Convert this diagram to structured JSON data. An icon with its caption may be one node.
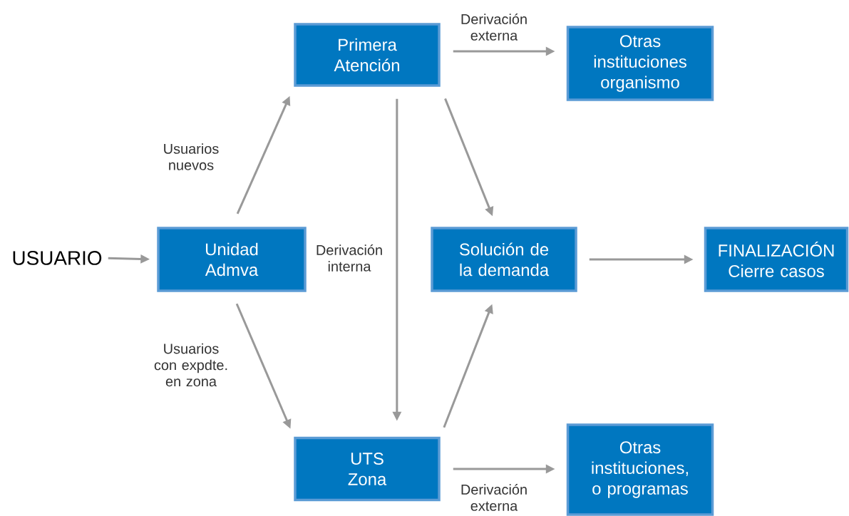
{
  "diagram": {
    "nodes": [
      {
        "text": [
          "USUARIO"
        ]
      },
      {
        "text": [
          "Unidad Admva"
        ]
      },
      {
        "text": [
          "Primera Atención"
        ]
      },
      {
        "text": [
          "Otras instituciones organismo"
        ]
      },
      {
        "text": [
          "Solución de la demanda"
        ]
      },
      {
        "text": [
          "FINALIZACIÓN Cierre casos"
        ]
      },
      {
        "text": [
          "UTS Zona"
        ]
      },
      {
        "text": [
          "Otras instituciones, o programas"
        ]
      }
    ],
    "edges": [
      {
        "from": 0,
        "to": 1,
        "arrow": "to"
      },
      {
        "from": 1,
        "to": 2,
        "arrow": "to",
        "label": "Usuarios nuevos"
      },
      {
        "from": 1,
        "to": 6,
        "arrow": "to",
        "label": "Usuarios con expdte. en zona"
      },
      {
        "from": 2,
        "to": 3,
        "arrow": "to",
        "label": "Derivación externa"
      },
      {
        "from": 2,
        "to": 6,
        "arrow": "to",
        "label": "Derivación interna"
      },
      {
        "from": 2,
        "to": 4,
        "arrow": "to"
      },
      {
        "from": 6,
        "to": 4,
        "arrow": "to"
      },
      {
        "from": 4,
        "to": 5,
        "arrow": "to"
      },
      {
        "from": 6,
        "to": 7,
        "arrow": "to",
        "label": "Derivación externa"
      }
    ]
  }
}
